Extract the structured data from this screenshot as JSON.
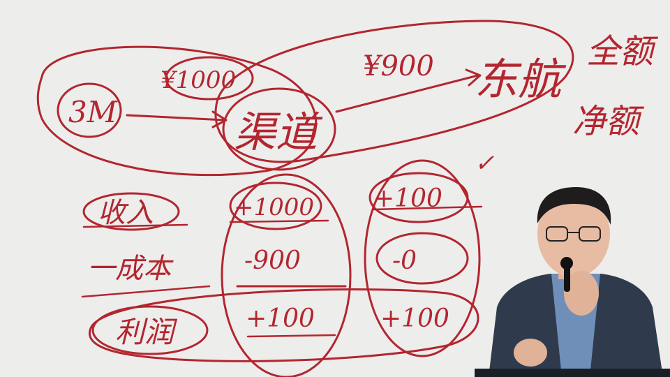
{
  "board": {
    "ink_color": "#b3262f",
    "background_color": "#ededec",
    "flow": {
      "left_node": "3M",
      "arrow_top_amount": "¥1000",
      "middle_node": "渠道",
      "arrow_right_amount": "¥900",
      "right_node": "东航",
      "right_notes": [
        "全额",
        "净额"
      ]
    },
    "table": {
      "row_labels": [
        "收入",
        "一成本",
        "利润"
      ],
      "column_gross": [
        "+1000",
        "-900",
        "+100"
      ],
      "column_net": [
        "+100",
        "-0",
        "+100"
      ],
      "check_mark": "✓"
    }
  },
  "presenter": {
    "description_icon": "presenter-with-microphone"
  }
}
